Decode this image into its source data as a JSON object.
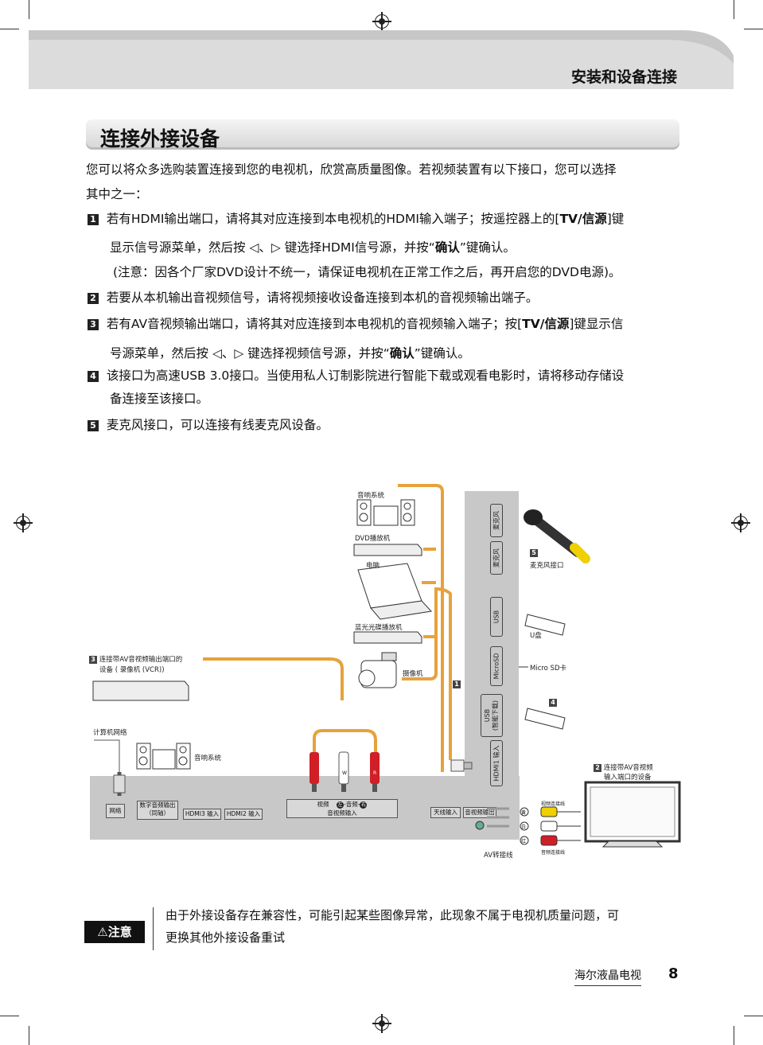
{
  "header": {
    "section": "安装和设备连接"
  },
  "title": "连接外接设备",
  "intro": {
    "line1": "您可以将众多选购装置连接到您的电视机，欣赏高质量图像。若视频装置有以下接口，您可以选择",
    "line2": "其中之一："
  },
  "items": [
    {
      "num": "1",
      "l1a": "若有HDMI输出端口，请将其对应连接到本电视机的HDMI输入端子；按遥控器上的[",
      "l1b": "TV/信源",
      "l1c": "]键",
      "l2a": "显示信号源菜单，然后按",
      "l2b": "键选择HDMI信号源，并按“",
      "l2c": "确认",
      "l2d": "”键确认。",
      "l3": "(注意：因各个厂家DVD设计不统一，请保证电视机在正常工作之后，再开启您的DVD电源)。"
    },
    {
      "num": "2",
      "l1": "若要从本机输出音视频信号，请将视频接收设备连接到本机的音视频输出端子。"
    },
    {
      "num": "3",
      "l1a": "若有AV音视频输出端口，请将其对应连接到本电视机的音视频输入端子；按[",
      "l1b": "TV/信源",
      "l1c": "]键显示信",
      "l2a": "号源菜单，然后按",
      "l2b": "键选择视频信号源，并按“",
      "l2c": "确认",
      "l2d": "”键确认。"
    },
    {
      "num": "4",
      "l1": "该接口为高速USB 3.0接口。当使用私人订制影院进行智能下载或观看电影时，请将移动存储设",
      "l2": "备连接至该接口。"
    },
    {
      "num": "5",
      "l1": "麦克风接口，可以连接有线麦克风设备。"
    }
  ],
  "diagram": {
    "audio_sys_top": "音响系统",
    "dvd": "DVD播放机",
    "pc": "电脑",
    "bluray": "蓝光光碟播放机",
    "camcorder": "摄像机",
    "vcr_num": "3",
    "vcr_l1": "连接带AV音视频输出端口的",
    "vcr_l2": "设备 ( 录像机 (VCR))",
    "net": "计算机网络",
    "audio_sys_left": "音响系统",
    "mic_num": "5",
    "mic": "麦克风接口",
    "udisk": "U盘",
    "microsd": "Micro SD卡",
    "usb_num": "4",
    "hdmi_num": "1",
    "tv_num": "2",
    "tv_l1": "连接带AV音视频",
    "tv_l2": "输入端口的设备",
    "video_cable": "视频连接线",
    "audio_cable": "音频连接线",
    "av_adapter": "AV转接线",
    "yellow_mark": "黄",
    "white_mark": "白",
    "red_mark": "红",
    "cable_w": "W",
    "cable_r": "R",
    "side_ports": [
      "麦克风",
      "麦克风",
      "USB",
      "MicroSD",
      "USB\n(智能下载)",
      "HDMI1 输入"
    ],
    "bottom_ports": {
      "net": "网络",
      "digital": "数字音频输出",
      "digital2": "（同轴）",
      "hdmi3": "HDMI3 输入",
      "hdmi2": "HDMI2 输入",
      "video": "视频",
      "left": "左",
      "audio": "-音频-",
      "right": "右",
      "av_in": "音视频输入",
      "antenna": "天线输入",
      "av_out": "音视频输出"
    }
  },
  "notice": {
    "label": "注意",
    "l1": "由于外接设备存在兼容性，可能引起某些图像异常，此现象不属于电视机质量问题，可",
    "l2": "更换其他外接设备重试"
  },
  "footer": {
    "brand": "海尔液晶电视",
    "page": "8"
  }
}
